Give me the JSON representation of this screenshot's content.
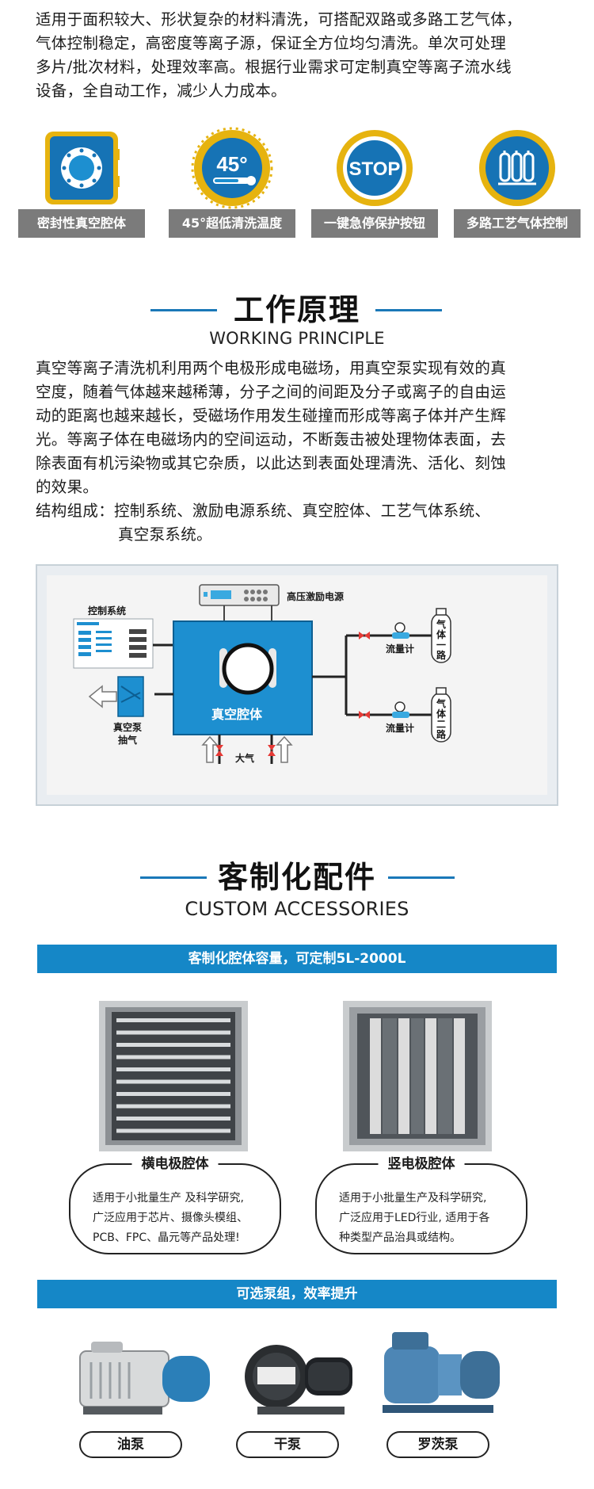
{
  "intro": {
    "lines": [
      "适用于面积较大、形状复杂的材料清洗，可搭配双路或多路工艺气体，",
      "气体控制稳定，高密度等离子源，保证全方位均匀清洗。单次可处理",
      "多片/批次材料，处理效率高。根据行业需求可定制真空等离子流水线",
      "设备，全自动工作，减少人力成本。"
    ]
  },
  "features": [
    {
      "label": "密封性真空腔体",
      "icon": "vacuum-chamber-icon"
    },
    {
      "label": "45°超低清洗温度",
      "icon": "thermometer-45-icon",
      "badge_text": "45°"
    },
    {
      "label": "一键急停保护按钮",
      "icon": "stop-button-icon",
      "badge_text": "STOP"
    },
    {
      "label": "多路工艺气体控制",
      "icon": "gas-cylinders-icon"
    }
  ],
  "principle": {
    "title": "工作原理",
    "subtitle": "WORKING PRINCIPLE",
    "lines": [
      "真空等离子清洗机利用两个电极形成电磁场，用真空泵实现有效的真",
      "空度，随着气体越来越稀薄，分子之间的间距及分子或离子的自由运",
      "动的距离也越来越长，受磁场作用发生碰撞而形成等离子体并产生辉",
      "光。等离子体在电磁场内的空间运动，不断轰击被处理物体表面，去",
      "除表面有机污染物或其它杂质，以此达到表面处理清洗、活化、刻蚀",
      "的效果。",
      "结构组成：控制系统、激励电源系统、真空腔体、工艺气体系统、",
      "真空泵系统。"
    ]
  },
  "diagram": {
    "control_system": "控制系统",
    "hv_power": "高压激励电源",
    "chamber": "真空腔体",
    "pump_l1": "真空泵",
    "pump_l2": "抽气",
    "air": "大气",
    "flowmeter1": "流量计",
    "flowmeter2": "流量计",
    "gas1": "气体一路",
    "gas2": "气体二路"
  },
  "custom": {
    "title": "客制化配件",
    "subtitle": "CUSTOM ACCESSORIES",
    "bar1": "客制化腔体容量，可定制5L-2000L",
    "cards": [
      {
        "title": "横电极腔体",
        "lines": [
          "适用于小批量生产 及科学研究,",
          "广泛应用于芯片、摄像头模组、",
          "PCB、FPC、晶元等产品处理!"
        ]
      },
      {
        "title": "竖电极腔体",
        "lines": [
          "适用于小批量生产及科学研究,",
          "广泛应用于LED行业, 适用于各",
          "种类型产品治具或结构。"
        ]
      }
    ],
    "bar2": "可选泵组，效率提升",
    "pumps": [
      "油泵",
      "干泵",
      "罗茨泵"
    ]
  },
  "colors": {
    "accent": "#1587c7",
    "chamber_blue": "#1d8fd0",
    "badge_gold": "#e6b30f",
    "label_gray": "#7b7b7b"
  }
}
